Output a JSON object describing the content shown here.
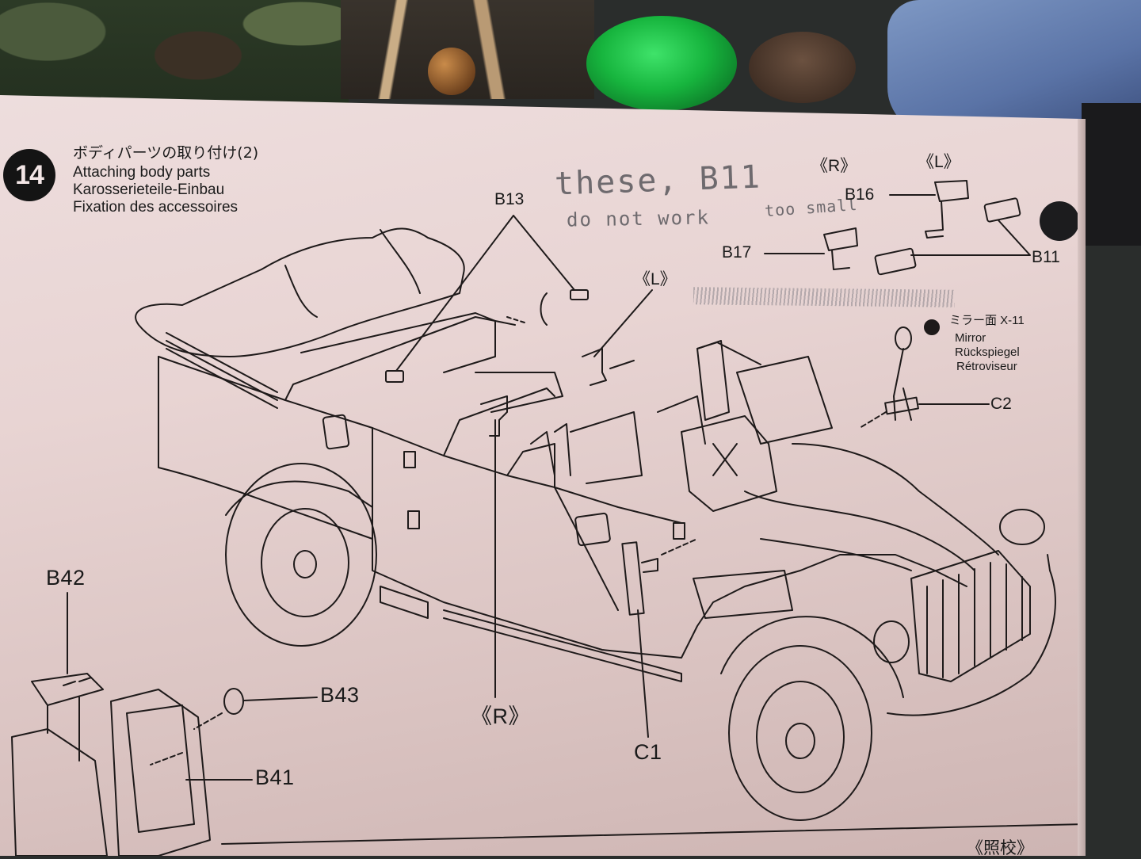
{
  "step": {
    "number": "14",
    "title_jp": "ボディパーツの取り付け(2)",
    "title_en": "Attaching body parts",
    "title_de": "Karosserieteile-Einbau",
    "title_fr": "Fixation des accessoires"
  },
  "handwritten_note": {
    "line1": "these, B11",
    "line2": "do not work",
    "line3": "too small"
  },
  "part_labels": {
    "b13": "B13",
    "b16": "B16",
    "b17": "B17",
    "b11": "B11",
    "b42": "B42",
    "b43": "B43",
    "b41": "B41",
    "c1": "C1",
    "c2": "C2",
    "side_r_top": "《R》",
    "side_l_top": "《L》",
    "side_l_mid": "《L》",
    "side_r_bottom": "《R》"
  },
  "mirror_note": {
    "paint_jp": "ミラー面 X-11",
    "en": "Mirror",
    "de": "Rückspiegel",
    "fr": "Rétroviseur"
  },
  "footer_fragment": "《照校》"
}
